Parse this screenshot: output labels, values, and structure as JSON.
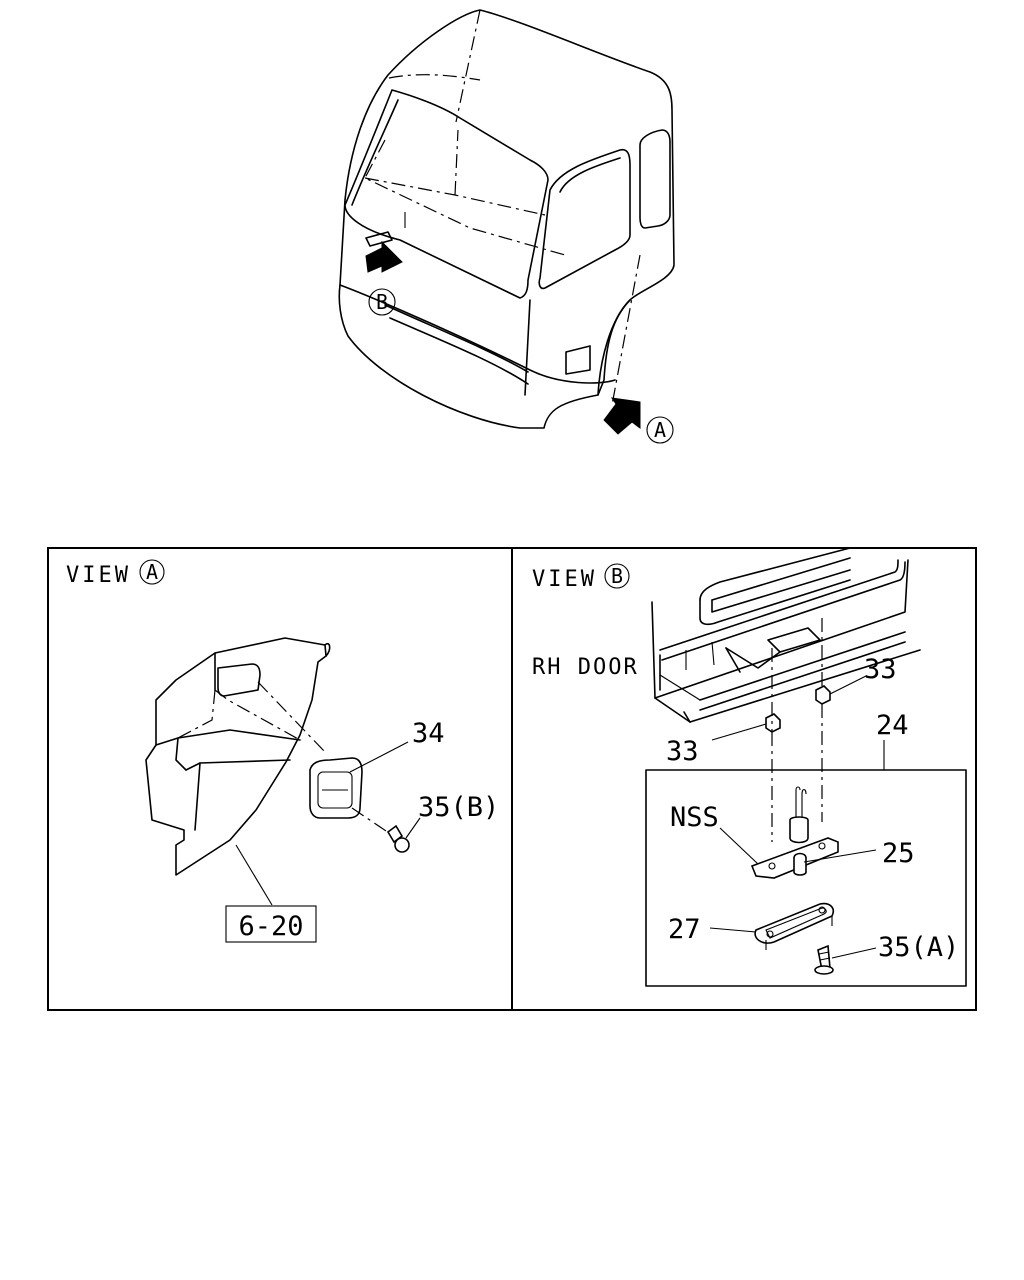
{
  "cab": {
    "marker_a": "A",
    "marker_b": "B"
  },
  "view_a": {
    "title": "VIEW",
    "marker": "A",
    "callouts": {
      "part_34": "34",
      "part_35b": "35(B)",
      "ref_6_20": "6-20"
    }
  },
  "view_b": {
    "title": "VIEW",
    "marker": "B",
    "rh_door": "RH DOOR",
    "callouts": {
      "part_33_top": "33",
      "part_33_left": "33",
      "part_24": "24",
      "nss": "NSS",
      "part_25": "25",
      "part_27": "27",
      "part_35a": "35(A)"
    }
  }
}
